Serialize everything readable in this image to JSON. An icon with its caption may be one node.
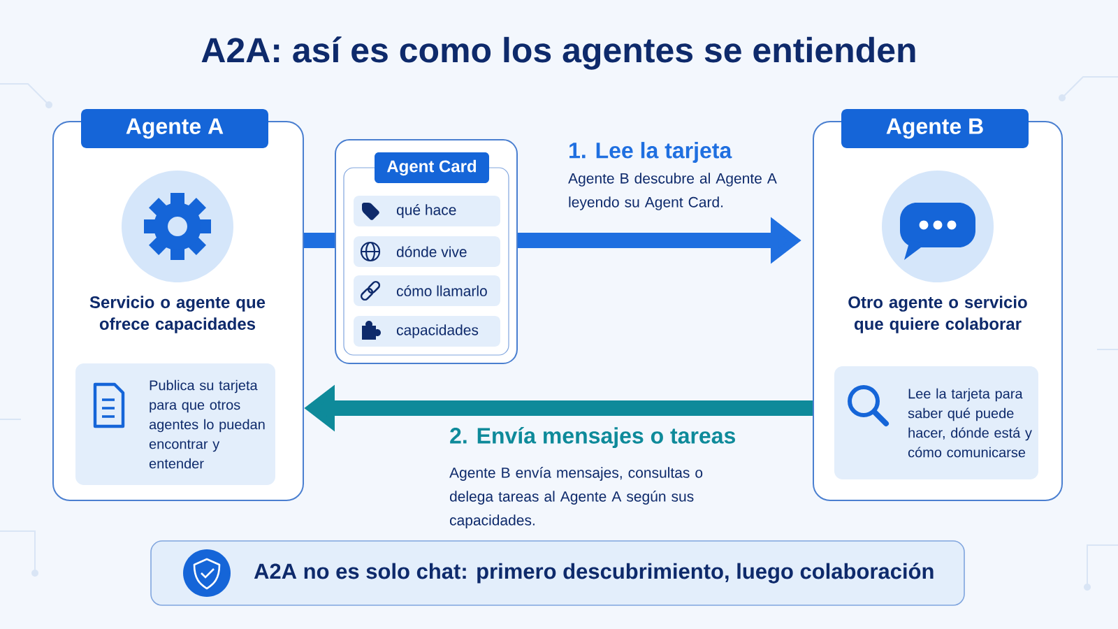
{
  "diagram": {
    "title": "A2A: así es como los agentes se entienden",
    "nodes": [
      {
        "text": [
          "Agente A",
          "Servicio o agente que ofrece capacidades"
        ]
      },
      {
        "text": [
          "Publica su tarjeta para que otros agentes lo puedan encontrar y entender"
        ],
        "in": 0
      },
      {
        "text": [
          "Agent Card"
        ]
      },
      {
        "text": [
          "qué hace"
        ],
        "in": 2
      },
      {
        "text": [
          "dónde vive"
        ],
        "in": 2
      },
      {
        "text": [
          "cómo llamarlo"
        ],
        "in": 2
      },
      {
        "text": [
          "capacidades"
        ],
        "in": 2
      },
      {
        "text": [
          "Agente B",
          "Otro agente o servicio que quiere colaborar"
        ]
      },
      {
        "text": [
          "Lee la tarjeta para saber qué puede hacer, dónde está y cómo comunicarse"
        ],
        "in": 7
      },
      {
        "text": [
          "A2A no es solo chat: primero descubrimiento, luego colaboración"
        ]
      }
    ],
    "edges": [
      {
        "from": 0,
        "to": 2,
        "arrow": "none"
      },
      {
        "from": 2,
        "to": 7,
        "arrow": "to",
        "label": "1. Lee la tarjeta"
      },
      {
        "from": 7,
        "to": 0,
        "arrow": "to",
        "label": "2. Envía mensajes o tareas",
        "color": "#0e8a9a"
      }
    ],
    "labels": [
      "Agente B descubre al Agente A leyendo su Agent Card.",
      "Agente B envía mensajes, consultas o delega tareas al Agente A según sus capacidades."
    ]
  }
}
